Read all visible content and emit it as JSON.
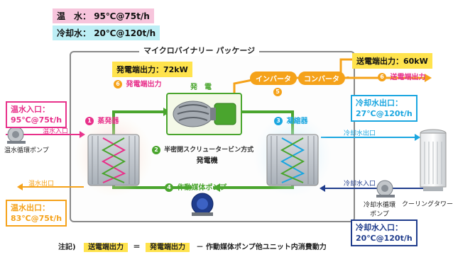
{
  "header": {
    "hot_water_label": "温　水：",
    "hot_water_value": "95℃@75t/h",
    "cooling_water_label": "冷却水：",
    "cooling_water_value": "20℃@120t/h"
  },
  "package": {
    "title": "マイクロバイナリー パッケージ",
    "generator_output": "発電端出力：72kW",
    "generation_label": "発　電",
    "inverter": "インバータ",
    "converter": "コンバータ",
    "send_output_box": "送電端出力：60kW"
  },
  "steps": {
    "evaporator": {
      "num": "1",
      "label": "蒸発器"
    },
    "generator": {
      "num": "2",
      "label1": "半密閉スクリュータービン方式",
      "label2": "発電機"
    },
    "condenser": {
      "num": "3",
      "label": "凝縮器"
    },
    "pump": {
      "num": "4",
      "label": "作動媒体ポンプ"
    },
    "inv_conv": {
      "num": "5"
    },
    "gen_output": {
      "num": "6",
      "label": "発電端出力"
    },
    "send_output": {
      "num": "6",
      "label": "送電端出力"
    }
  },
  "left": {
    "hot_in_title": "温水入口：",
    "hot_in_value": "95℃@75t/h",
    "hot_in_arrow": "温水入口",
    "pump_label": "温水循環ポンプ",
    "hot_out_arrow": "温水出口",
    "hot_out_title": "温水出口：",
    "hot_out_value": "83℃@75t/h"
  },
  "right": {
    "cool_out_title": "冷却水出口：",
    "cool_out_value": "27℃@120t/h",
    "cool_out_arrow": "冷却水出口",
    "cool_in_arrow": "冷却水入口",
    "pump_label1": "冷却水循環",
    "pump_label2": "ポンプ",
    "tower_label": "クーリングタワー",
    "cool_in_title": "冷却水入口：",
    "cool_in_value": "20℃@120t/h"
  },
  "footer": {
    "note": "注記)",
    "send": "送電端出力",
    "eq": "＝",
    "gen": "発電端出力",
    "minus": "－ 作動媒体ポンプ他ユニット内消費動力"
  },
  "colors": {
    "hot": "#e8308a",
    "hot_out": "#f5a21a",
    "cool": "#1aa6e0",
    "cool_in": "#1f3c8c",
    "green": "#4aa52e",
    "orange": "#f5a21a"
  }
}
